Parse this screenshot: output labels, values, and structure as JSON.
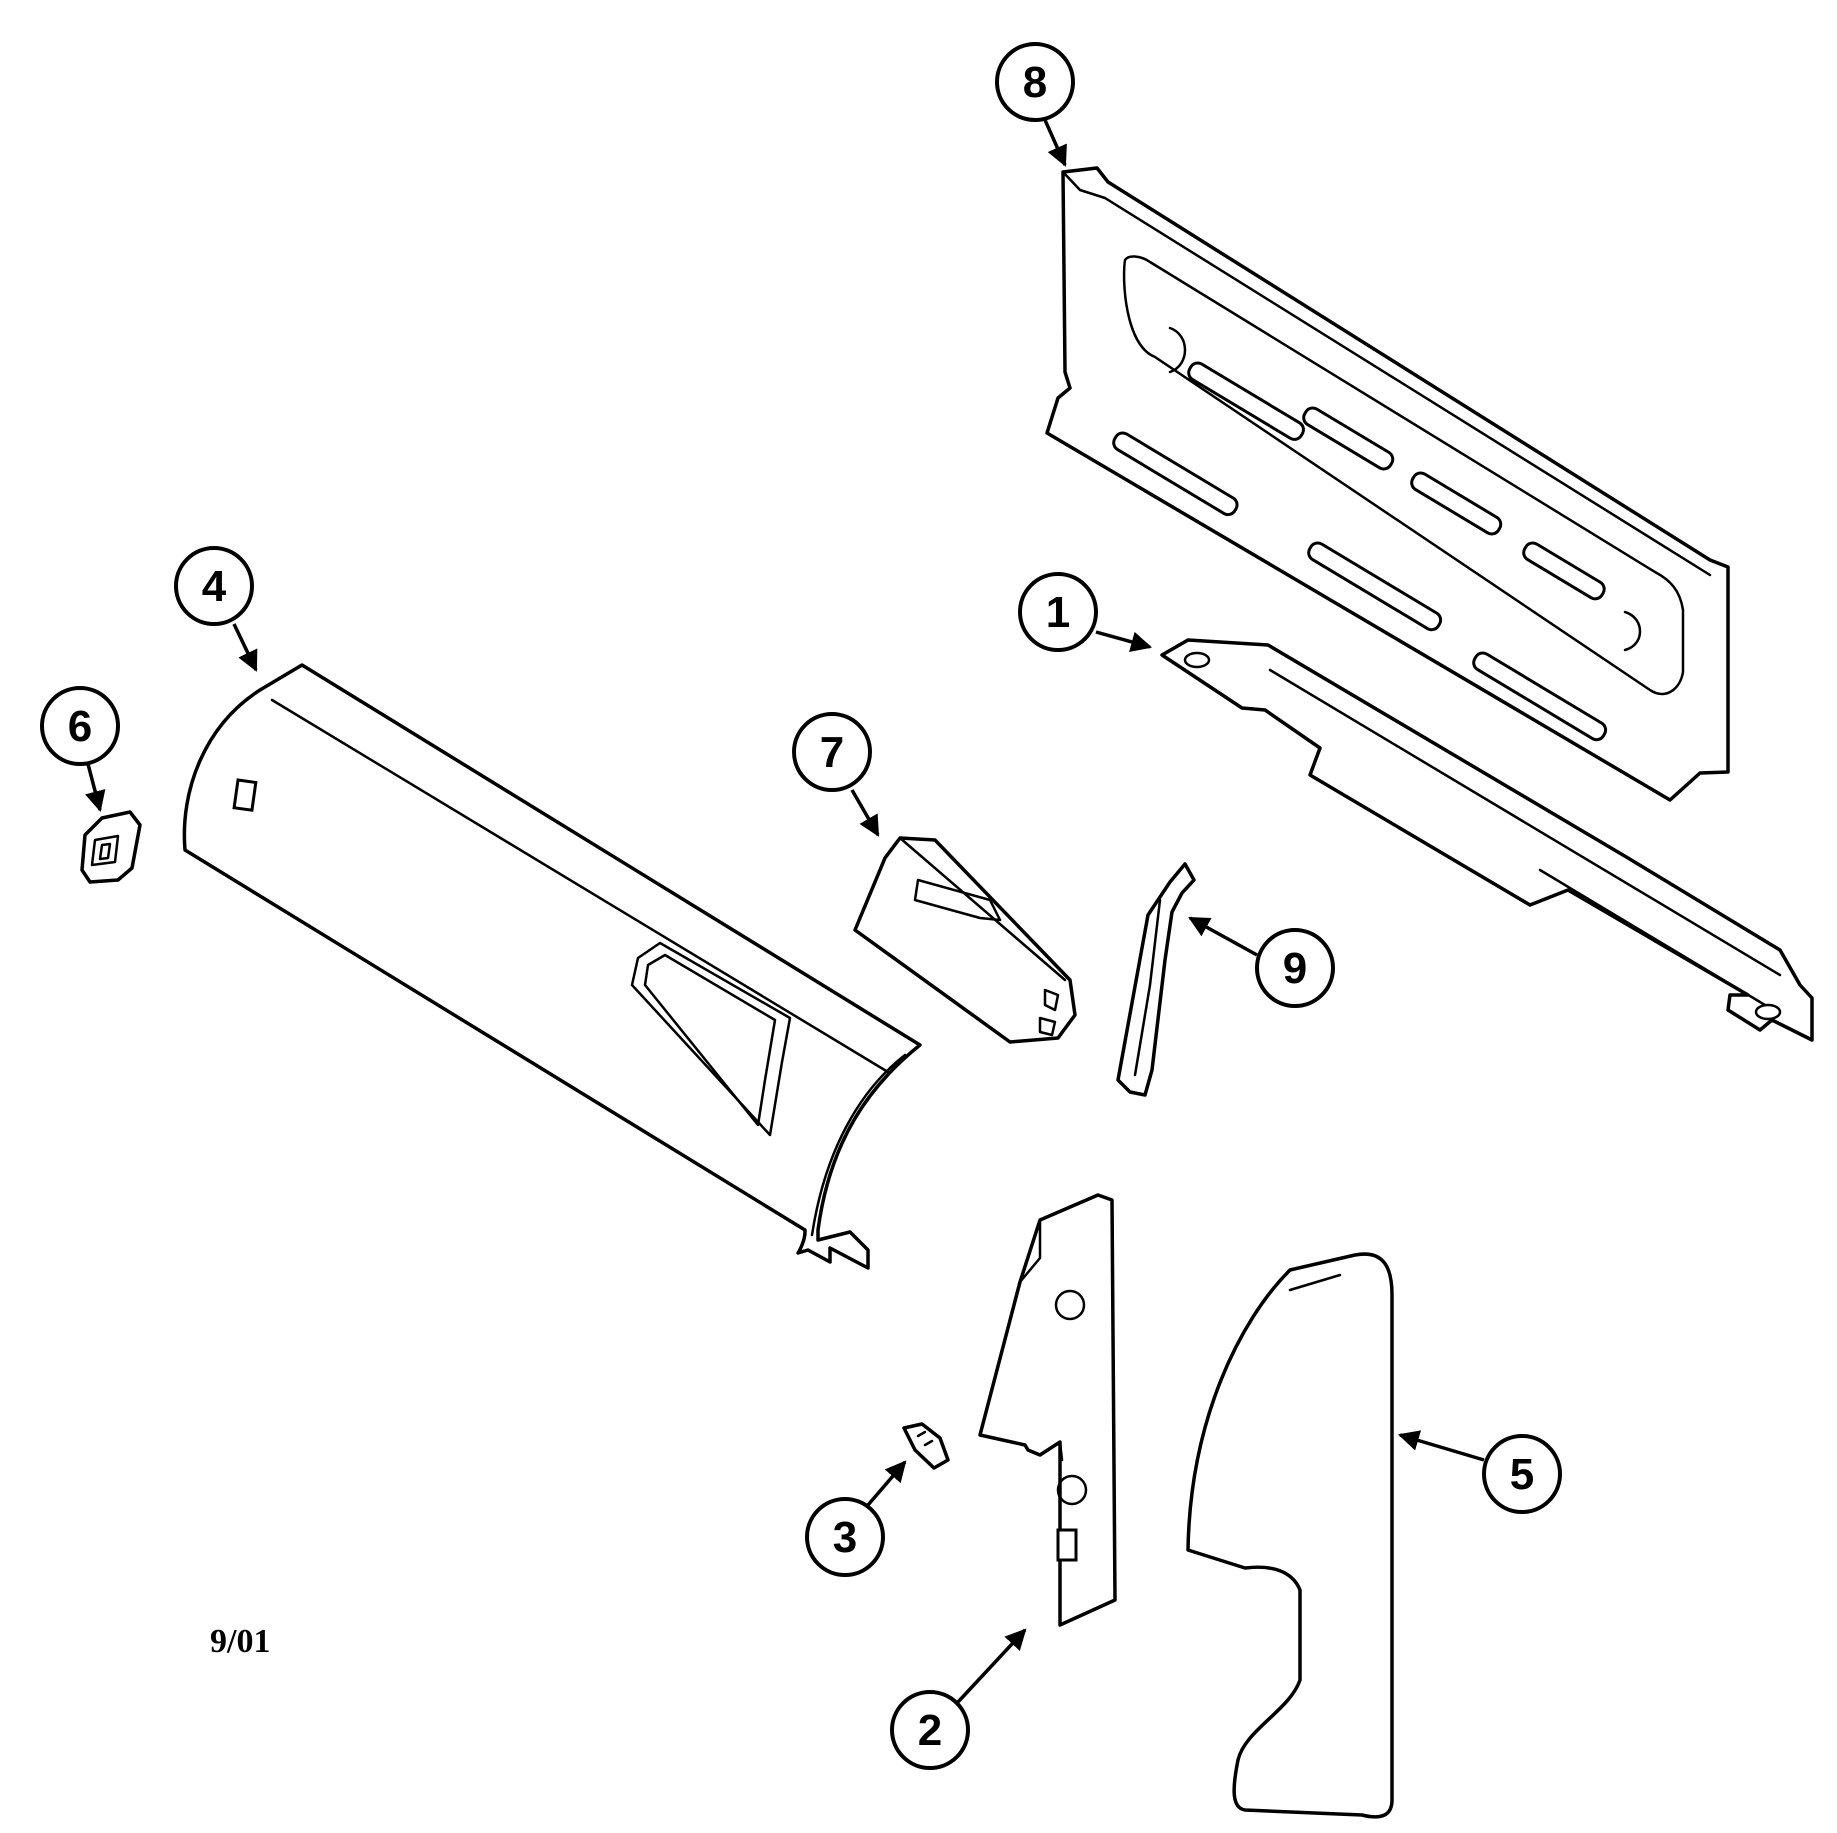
{
  "diagram": {
    "date_code": "9/01",
    "callouts": [
      {
        "id": "1",
        "label": "1"
      },
      {
        "id": "2",
        "label": "2"
      },
      {
        "id": "3",
        "label": "3"
      },
      {
        "id": "4",
        "label": "4"
      },
      {
        "id": "5",
        "label": "5"
      },
      {
        "id": "6",
        "label": "6"
      },
      {
        "id": "7",
        "label": "7"
      },
      {
        "id": "8",
        "label": "8"
      },
      {
        "id": "9",
        "label": "9"
      }
    ]
  }
}
